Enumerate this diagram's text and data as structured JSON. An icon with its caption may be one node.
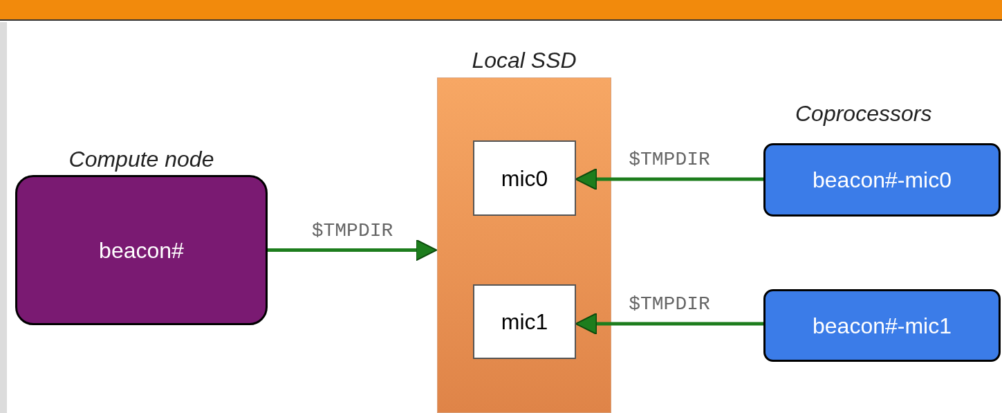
{
  "diagram": {
    "nodes": [
      {
        "text": [
          "Compute node",
          "beacon#"
        ]
      },
      {
        "text": [
          "Local SSD"
        ]
      },
      {
        "text": [
          "mic0"
        ],
        "in": 1
      },
      {
        "text": [
          "mic1"
        ],
        "in": 1
      },
      {
        "text": [
          "beacon#-mic0"
        ]
      },
      {
        "text": [
          "beacon#-mic1"
        ]
      }
    ],
    "edges": [
      {
        "from": 0,
        "to": 1,
        "arrow": "to",
        "label": "$TMPDIR"
      },
      {
        "from": 4,
        "to": 2,
        "arrow": "to",
        "label": "$TMPDIR"
      },
      {
        "from": 5,
        "to": 3,
        "arrow": "to",
        "label": "$TMPDIR"
      }
    ],
    "labels": [
      "Coprocessors"
    ]
  }
}
